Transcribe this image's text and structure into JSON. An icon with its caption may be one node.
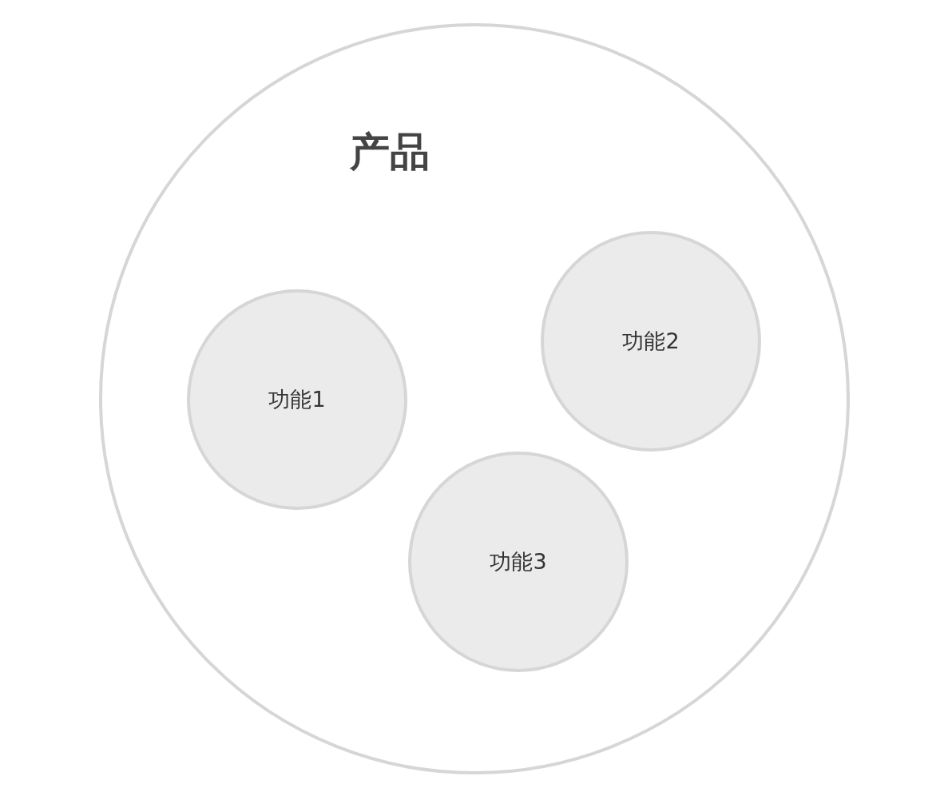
{
  "diagram": {
    "nodes": [
      {
        "text": [
          "产品"
        ]
      },
      {
        "text": [
          "功能1"
        ],
        "in": 0
      },
      {
        "text": [
          "功能2"
        ],
        "in": 0
      },
      {
        "text": [
          "功能3"
        ],
        "in": 0
      }
    ]
  }
}
